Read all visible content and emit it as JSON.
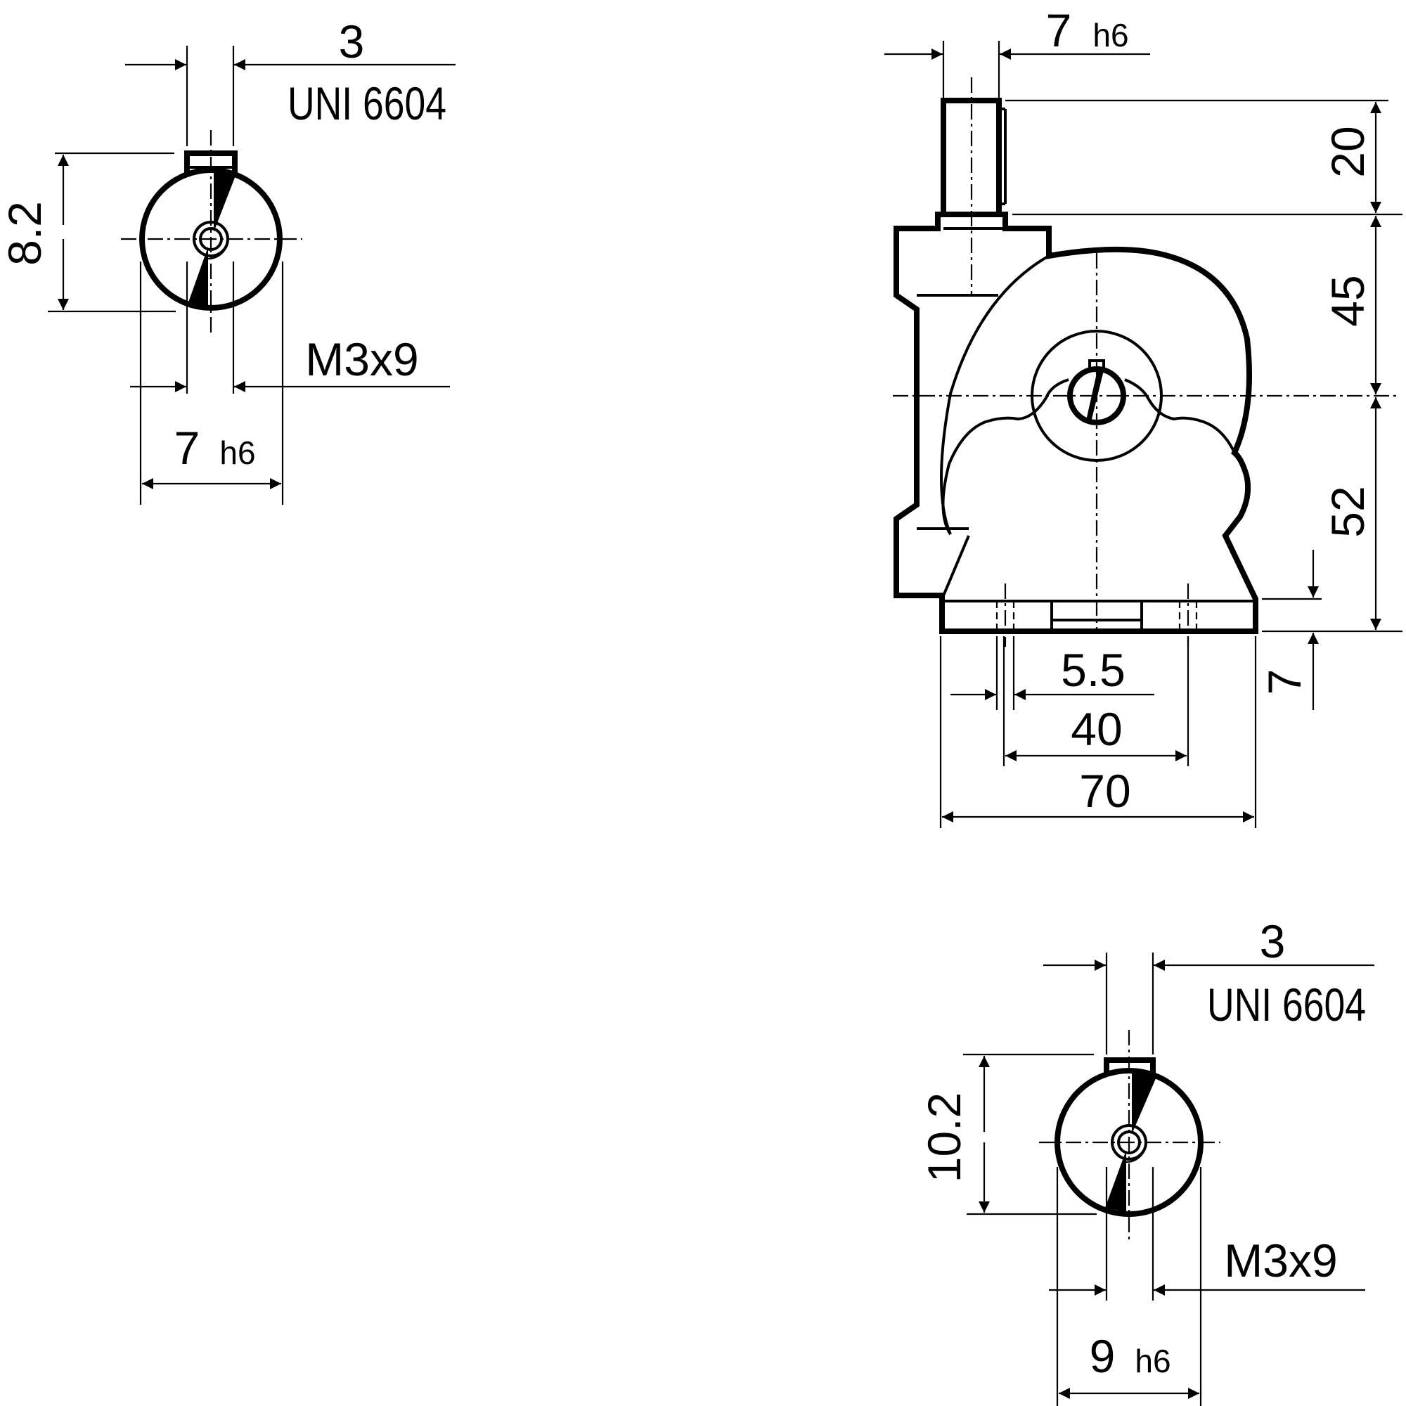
{
  "shaft_view_small": {
    "key_width": "3",
    "key_standard": "UNI 6604",
    "key_height": "8.2",
    "thread": "M3x9",
    "diameter": "7",
    "tolerance": "h6"
  },
  "main_view": {
    "input_shaft_diameter": "7",
    "input_shaft_tolerance": "h6",
    "shaft_length": "20",
    "shaft_offset": "45",
    "center_height": "52",
    "base_thickness": "7",
    "hole_diameter": "5.5",
    "hole_spacing": "40",
    "overall_width": "70"
  },
  "shaft_view_large": {
    "key_width": "3",
    "key_standard": "UNI 6604",
    "key_height": "10.2",
    "thread": "M3x9",
    "diameter": "9",
    "tolerance": "h6"
  },
  "colors": {
    "line": "#000000",
    "background": "#ffffff"
  }
}
